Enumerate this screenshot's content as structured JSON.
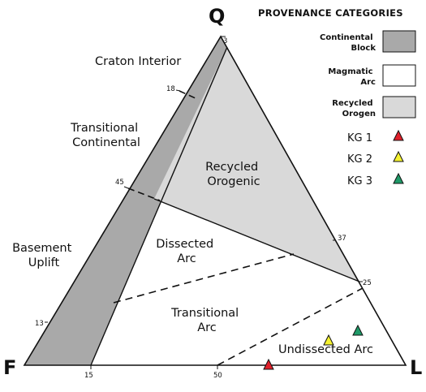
{
  "vertices": {
    "top": "Q",
    "left": "F",
    "right": "L"
  },
  "regions": {
    "craton_interior": "Craton Interior",
    "transitional_continental": [
      "Transitional",
      "Continental"
    ],
    "basement_uplift": [
      "Basement",
      "Uplift"
    ],
    "recycled_orogenic": [
      "Recycled",
      "Orogenic"
    ],
    "dissected_arc": [
      "Dissected",
      "Arc"
    ],
    "transitional_arc": [
      "Transitional",
      "Arc"
    ],
    "undissected_arc": "Undissected Arc"
  },
  "ticks": {
    "q_3": "3",
    "qf_18": "18",
    "qf_45": "45",
    "qf_13": "13",
    "fl_15": "15",
    "fl_50": "50",
    "ql_37": "37",
    "ql_25": "25"
  },
  "legend": {
    "title": "PROVENANCE CATEGORIES",
    "categories": [
      {
        "label": [
          "Continental",
          "Block"
        ],
        "color": "#a9a9a9"
      },
      {
        "label": [
          "Magmatic",
          "Arc"
        ],
        "color": "#ffffff"
      },
      {
        "label": [
          "Recycled",
          "Orogen"
        ],
        "color": "#d9d9d9"
      }
    ],
    "samples": [
      {
        "label": "KG 1",
        "color": "#e0202a"
      },
      {
        "label": "KG 2",
        "color": "#f5f230"
      },
      {
        "label": "KG 3",
        "color": "#1f9a68"
      }
    ]
  },
  "colors": {
    "continental_block": "#a9a9a9",
    "recycled_orogen": "#d9d9d9",
    "magmatic_arc": "#ffffff",
    "outline": "#111111"
  }
}
